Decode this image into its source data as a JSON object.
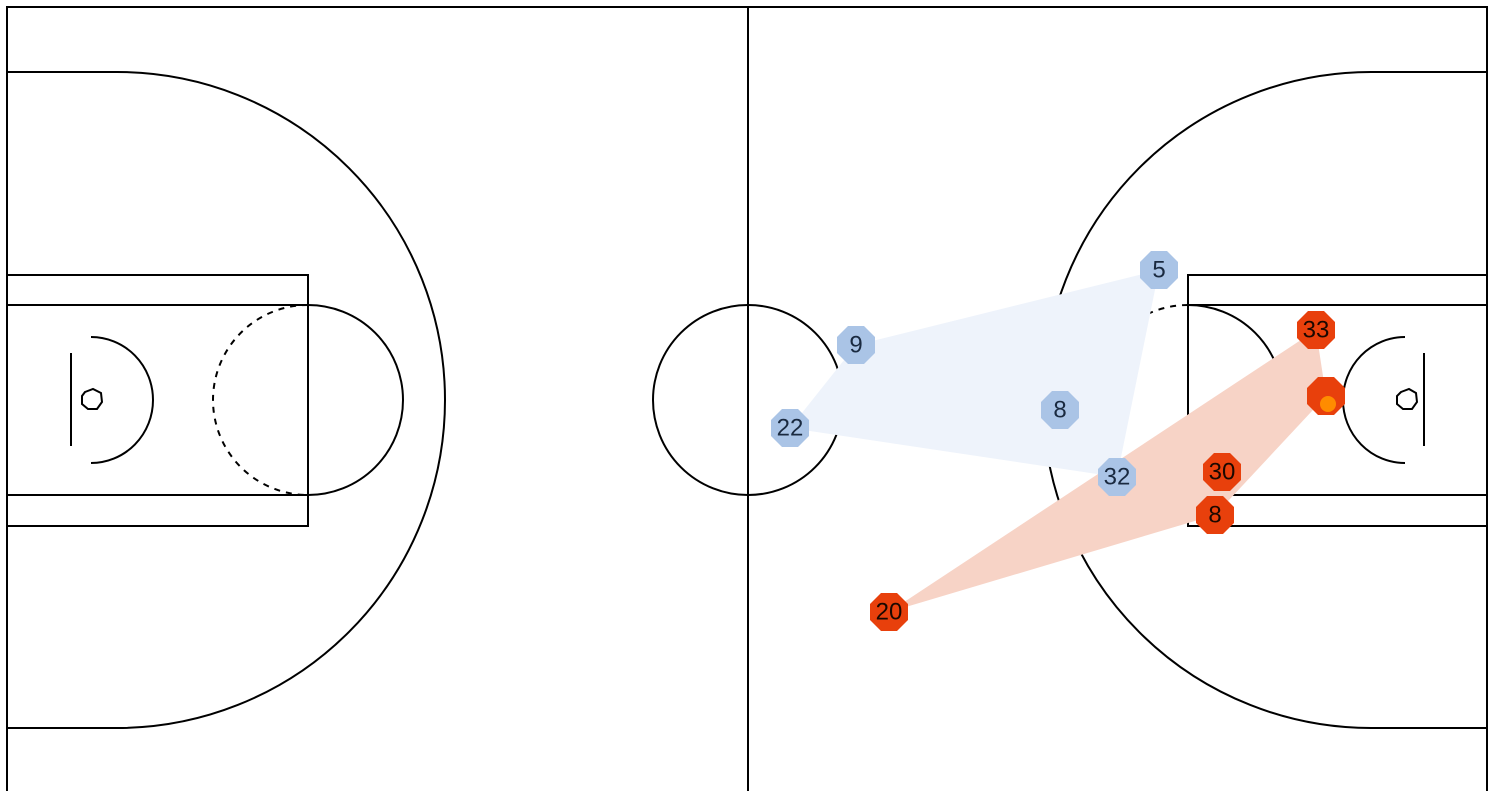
{
  "court": {
    "line_color": "#000000",
    "background": "#ffffff"
  },
  "teams": {
    "blue": {
      "player_color": "#aac4e6",
      "hull_color": "#eef3fb",
      "text_color": "#1a2a40",
      "players": [
        {
          "number": "5"
        },
        {
          "number": "9"
        },
        {
          "number": "22"
        },
        {
          "number": "8"
        },
        {
          "number": "32"
        }
      ]
    },
    "red": {
      "player_color": "#e8400c",
      "hull_color": "#f7d3c6",
      "text_color": "#1a0800",
      "players": [
        {
          "number": "33"
        },
        {
          "number": ""
        },
        {
          "number": "30"
        },
        {
          "number": "8"
        },
        {
          "number": "20"
        }
      ]
    }
  },
  "ball": {
    "color": "#ff8c00"
  }
}
